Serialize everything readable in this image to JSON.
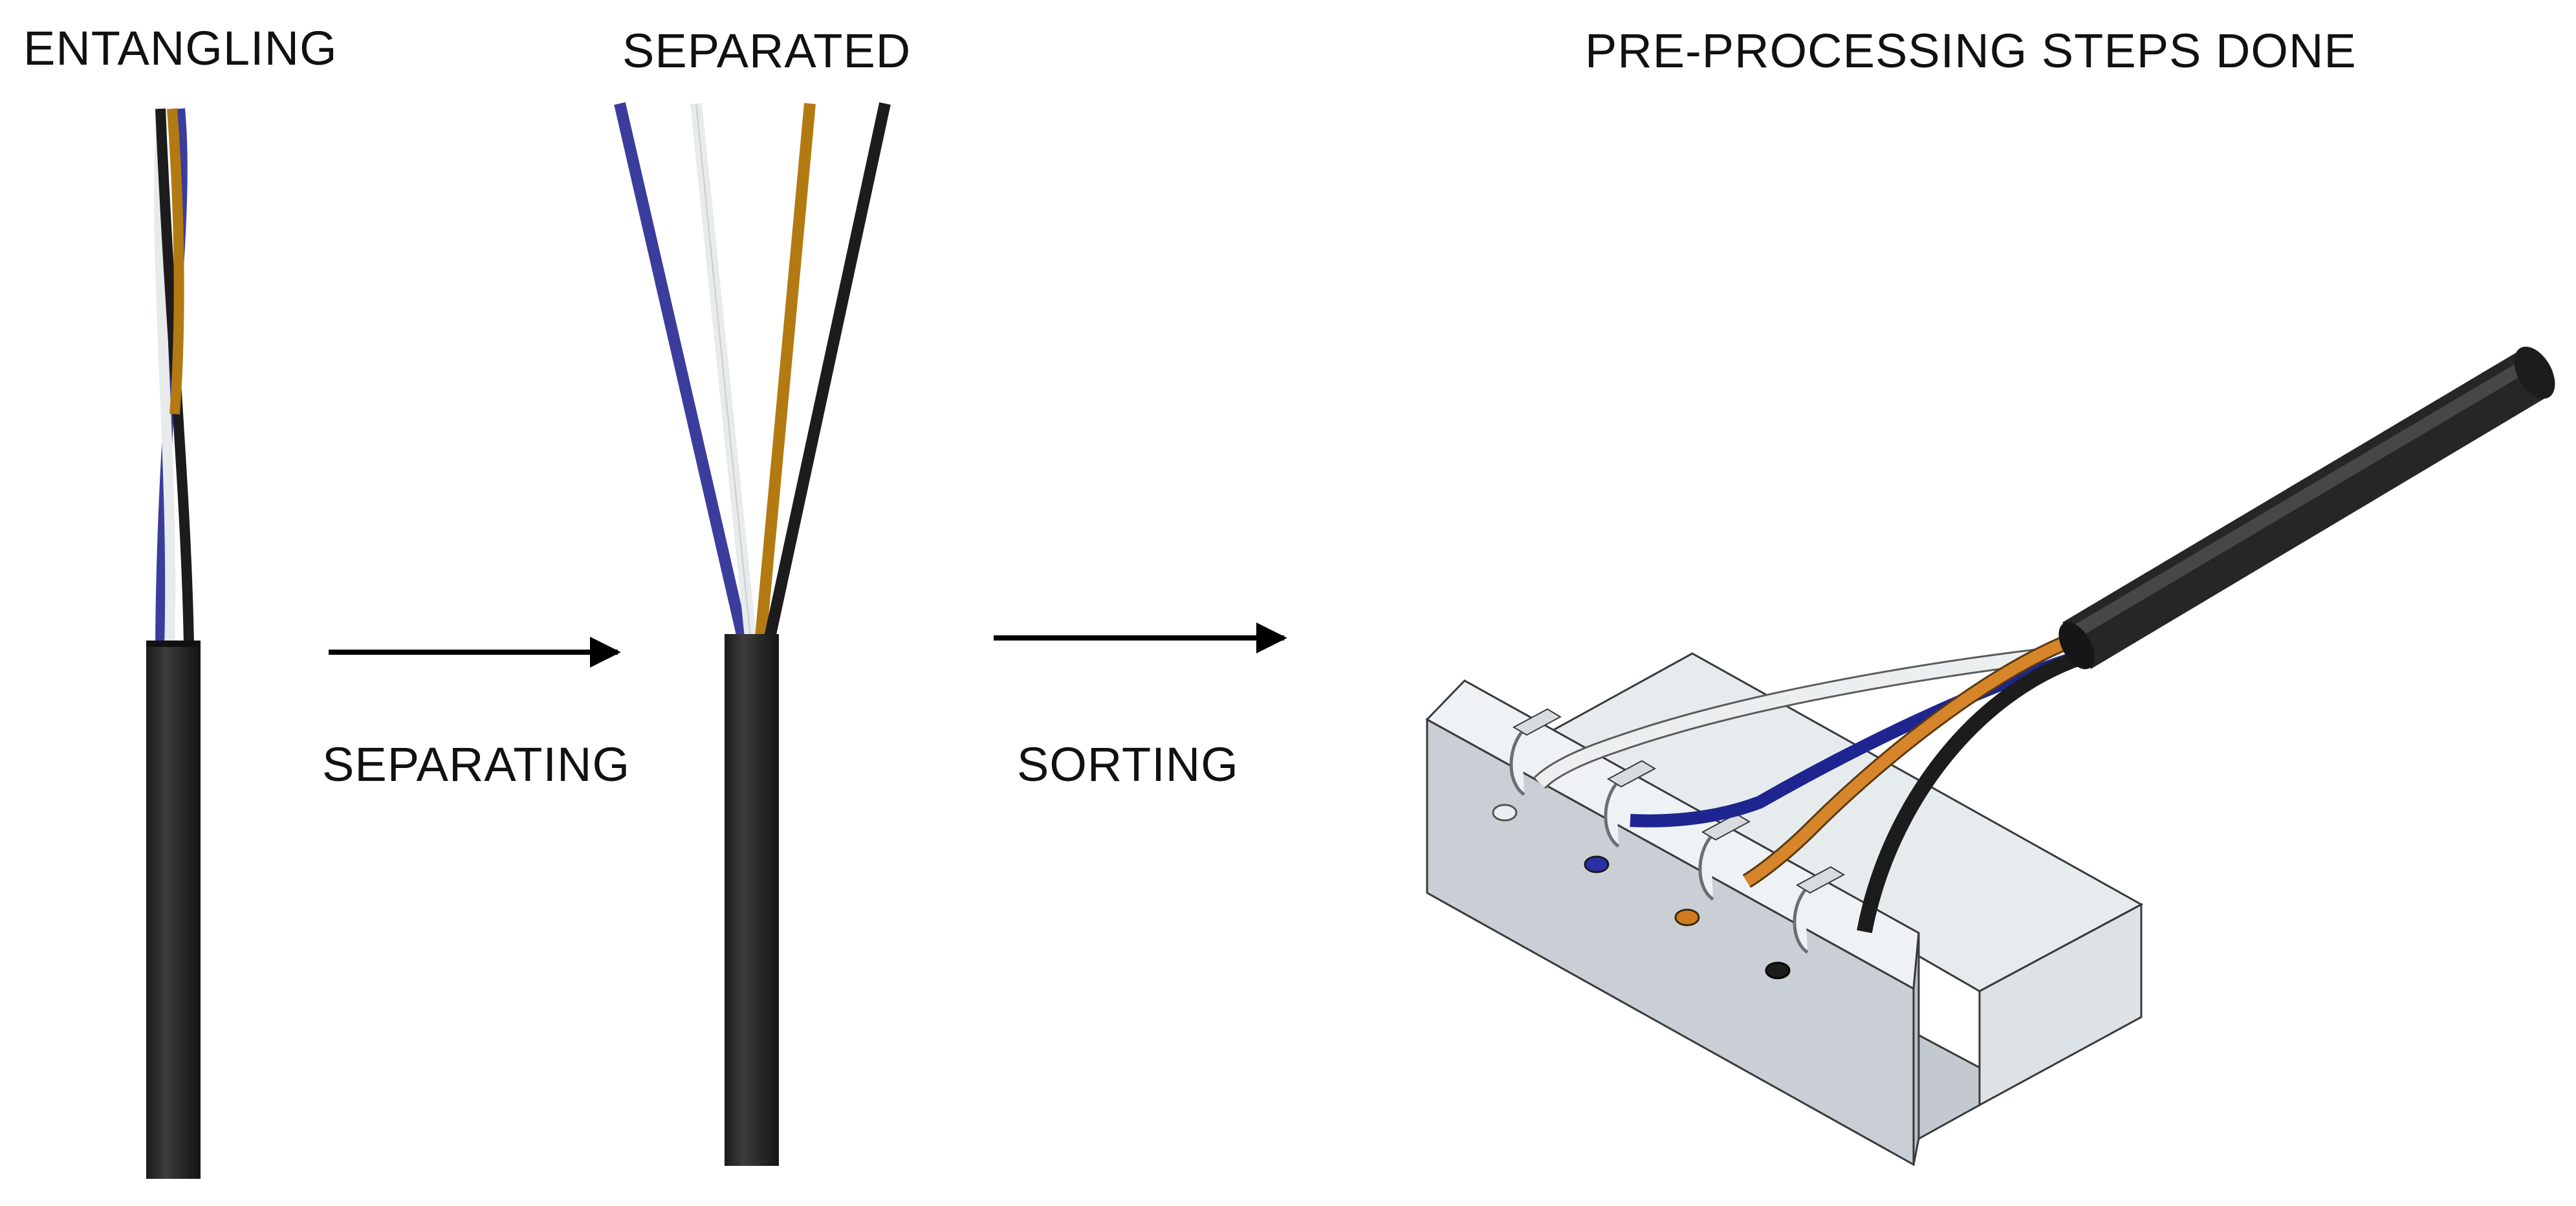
{
  "labels": {
    "entangling": "ENTANGLING",
    "separated": "SEPARATED",
    "done": "PRE-PROCESSING STEPS DONE",
    "separating": "SEPARATING",
    "sorting": "SORTING"
  },
  "colors": {
    "jacket": "#262626",
    "wire_blue": "#3b3d9c",
    "wire_white": "#eceff0",
    "wire_brown": "#b37a12",
    "wire_black": "#1c1c1c",
    "fixture_top": "#eef2f4",
    "fixture_front": "#c9cfd4",
    "fixture_side": "#dde2e6",
    "arrow": "#000000"
  }
}
